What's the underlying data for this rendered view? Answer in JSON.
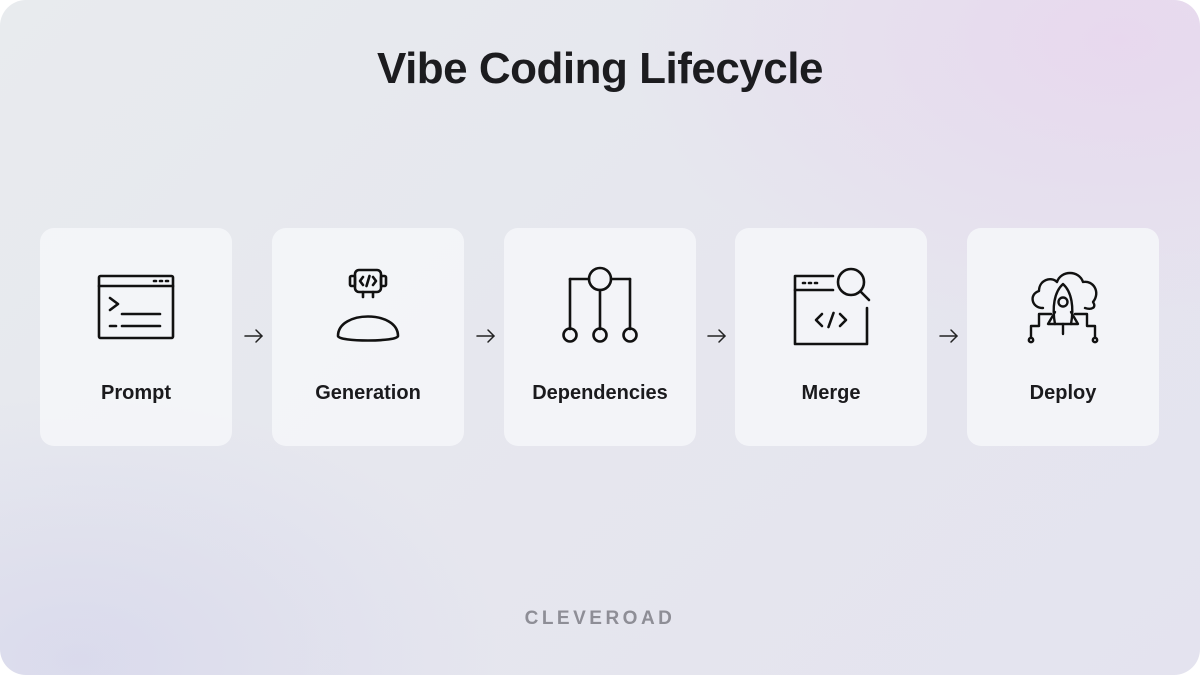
{
  "title": "Vibe Coding Lifecycle",
  "steps": [
    {
      "label": "Prompt",
      "icon": "terminal-window-icon"
    },
    {
      "label": "Generation",
      "icon": "ai-robot-code-icon"
    },
    {
      "label": "Dependencies",
      "icon": "dependency-tree-icon"
    },
    {
      "label": "Merge",
      "icon": "code-window-search-icon"
    },
    {
      "label": "Deploy",
      "icon": "cloud-rocket-icon"
    }
  ],
  "brand": "CLEVEROAD"
}
